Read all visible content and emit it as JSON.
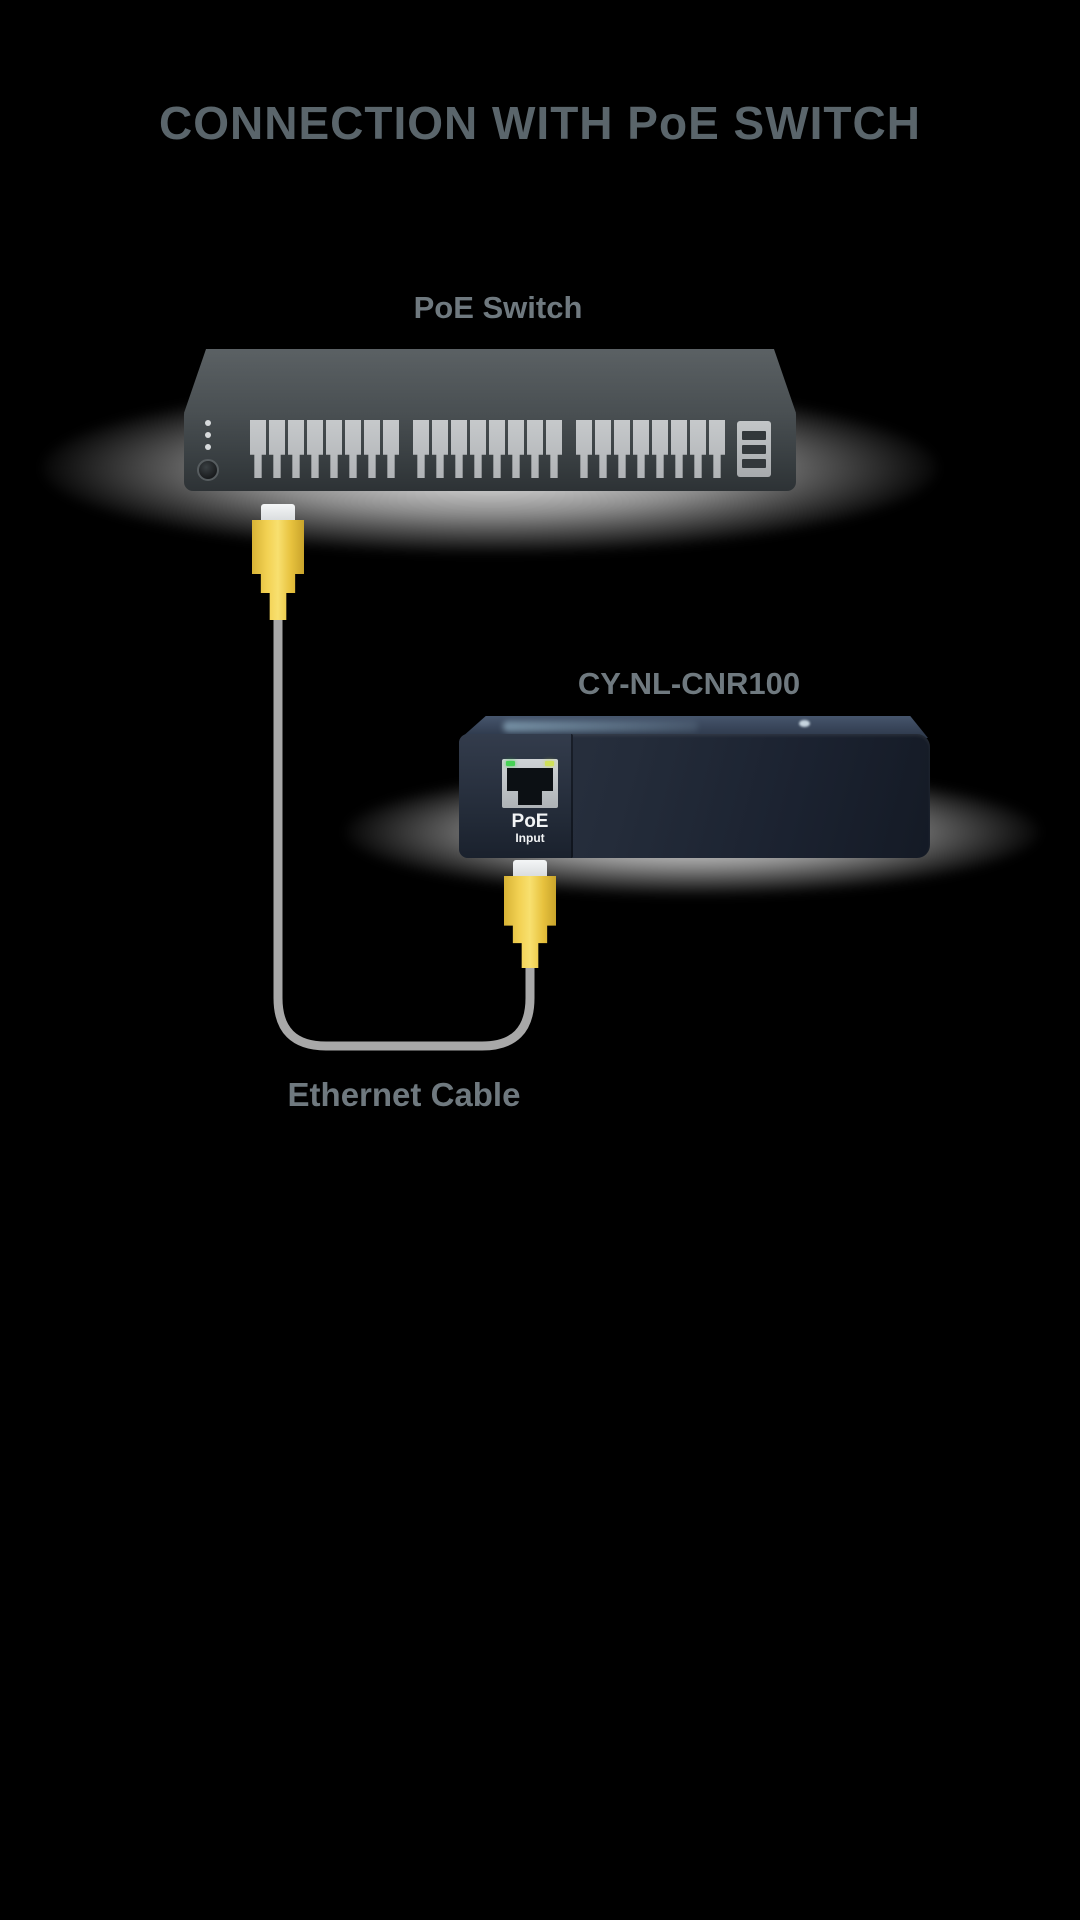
{
  "page": {
    "title": "CONNECTION WITH PoE SWITCH"
  },
  "poe_switch": {
    "label": "PoE Switch",
    "port_groups": 3,
    "ports_per_group": 8,
    "led_count": 3,
    "uplink_slots": 3
  },
  "device": {
    "label": "CY-NL-CNR100",
    "port_label_line1": "PoE",
    "port_label_line2": "Input"
  },
  "cable": {
    "label": "Ethernet Cable"
  },
  "colors": {
    "title": "#5a656b",
    "label": "#6f797f",
    "connector_yellow": "#f3d254",
    "cable_gray": "#a8a8a8",
    "switch_body": "#4a5053",
    "device_body": "#242c3a",
    "port_face": "#b0b3b6",
    "led_green": "#46d155",
    "glow": "#ffffff"
  }
}
